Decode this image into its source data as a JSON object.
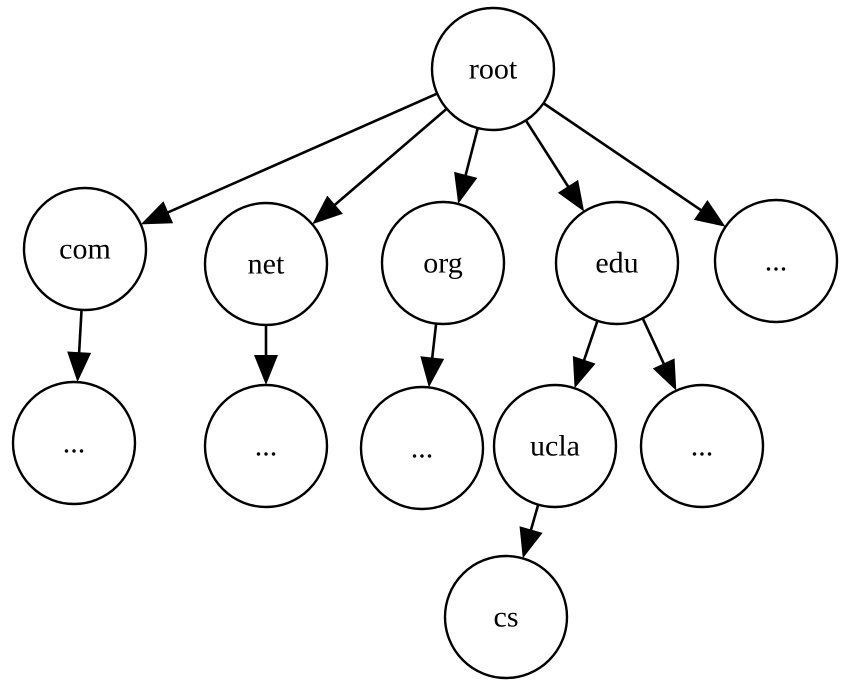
{
  "diagram": {
    "nodes": {
      "root": "root",
      "com": "com",
      "net": "net",
      "org": "org",
      "edu": "edu",
      "top_more": "...",
      "com_child": "...",
      "net_child": "...",
      "org_child": "...",
      "ucla": "ucla",
      "edu_more": "...",
      "cs": "cs"
    },
    "edges": [
      [
        "root",
        "com"
      ],
      [
        "root",
        "net"
      ],
      [
        "root",
        "org"
      ],
      [
        "root",
        "edu"
      ],
      [
        "root",
        "top_more"
      ],
      [
        "com",
        "com_child"
      ],
      [
        "net",
        "net_child"
      ],
      [
        "org",
        "org_child"
      ],
      [
        "edu",
        "ucla"
      ],
      [
        "edu",
        "edu_more"
      ],
      [
        "ucla",
        "cs"
      ]
    ]
  }
}
